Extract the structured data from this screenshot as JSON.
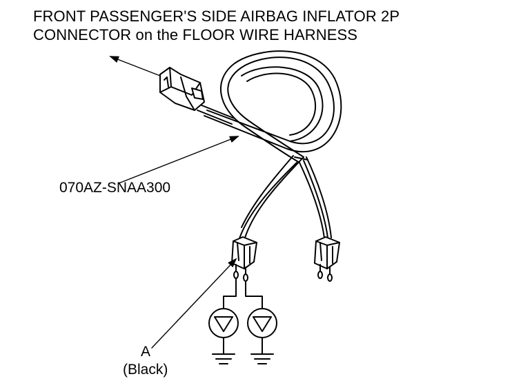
{
  "diagram": {
    "title_line1": "FRONT PASSENGER'S SIDE AIRBAG INFLATOR 2P",
    "title_line2": "CONNECTOR on the FLOOR WIRE HARNESS",
    "part_number": "070AZ-SNAA300",
    "callout_letter": "A",
    "callout_note": "(Black)"
  }
}
